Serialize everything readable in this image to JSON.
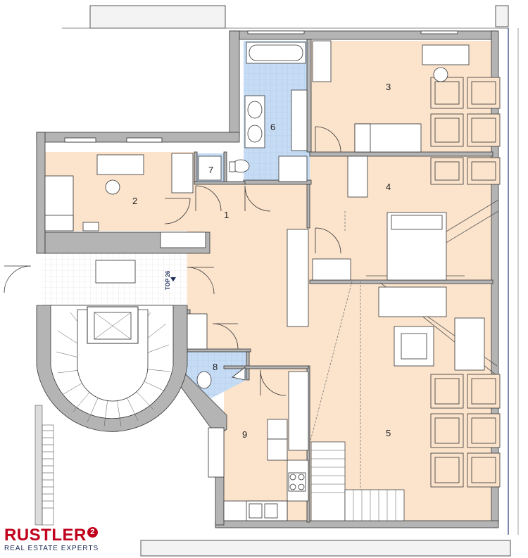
{
  "rooms": {
    "r1": "1",
    "r2": "2",
    "r3": "3",
    "r4": "4",
    "r5": "5",
    "r6": "6",
    "r7": "7",
    "r8": "8",
    "r9": "9"
  },
  "unit_label": "TOP 26",
  "logo": {
    "brand": "RUSTLER",
    "badge": "2",
    "tagline": "REAL ESTATE EXPERTS"
  },
  "colors": {
    "living": "#fbe3cc",
    "wet": "#c6dcf5",
    "wall": "#b4b4b4",
    "brand": "#c0001c"
  }
}
